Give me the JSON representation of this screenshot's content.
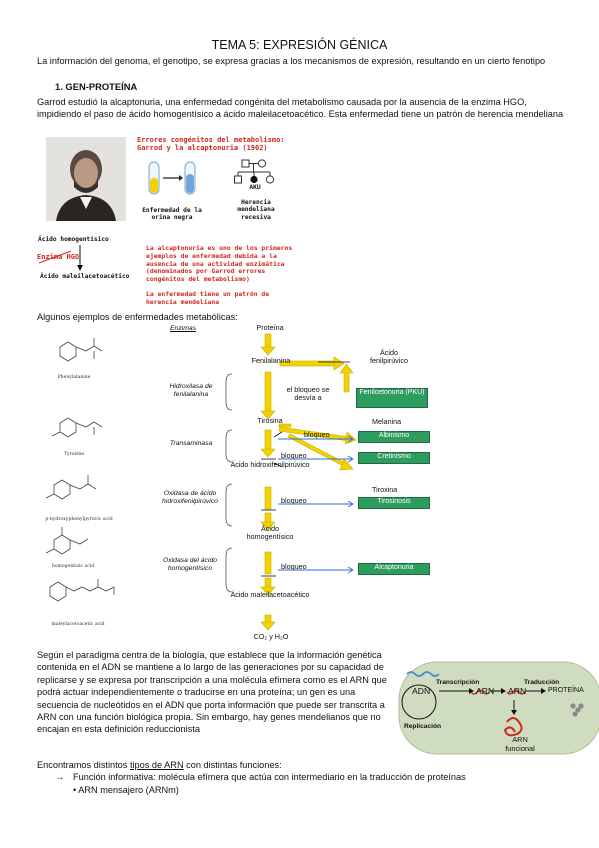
{
  "title": "TEMA 5: EXPRESIÓN GÉNICA",
  "intro": "La información del genoma, el genotipo, se expresa gracias a los mecanismos de expresión, resultando en un cierto fenotipo",
  "section1": {
    "heading": "1.   GEN-PROTEÍNA",
    "text": "Garrod estudió la alcaptonuria, una enfermedad congénita del metabolismo causada por la ausencia de la enzima HGO, impidiendo el paso de ácido homogentísico a ácido maleilacetoacético. Esta enfermedad tiene un patrón de herencia mendeliana"
  },
  "figure1": {
    "red_title_1": "Errores congénitos del metabolismo:",
    "red_title_2": "Garrod y la alcaptonuria (1902)",
    "tube_caption": "Enfermedad de la orina negra",
    "pedigree_caption": "Herencia mendeliana recesiva",
    "pedigree_label": "AKU",
    "pathway_top": "Ácido homogentísico",
    "pathway_enzyme": "Enzima HGO",
    "pathway_bottom": "Ácido maleilacetoacético",
    "red_text_1": "La alcaptonuria es uno de los primeros ejemplos de enfermedad debida a la ausencia de una actividad enzimática (denominados por Garrod errores congénitos del metabolismo)",
    "red_text_2": "La enfermedad tiene un patrón de herencia mendeliana"
  },
  "examples_label": "Algunos ejemplos de enfermedades metabólicas:",
  "figure2": {
    "enzymes_header": "Enzimas",
    "protein": "Proteína",
    "molecules": [
      "Fenilalanina",
      "Tirosina",
      "Ácido hidroxifenilpirúvico",
      "Ácido homogentísico",
      "Ácido maleilacetoacético",
      "CO₂ y H₂O"
    ],
    "enzymes": [
      "Hidroxilasa de fenilalanina",
      "Transaminasa",
      "Oxidasa de ácido hidroxifenilpirúvico",
      "Oxidasa del ácido homogentísico"
    ],
    "side_products": {
      "fenilpiruvico": "Ácido fenilpirúvico",
      "melanina": "Melanina",
      "tiroxina": "Tiroxina"
    },
    "block_label": "bloqueo",
    "detour_label": "el bloqueo se desvía a",
    "diseases": [
      "Fenilcetonuria (PKU)",
      "Albinismo",
      "Cretinismo",
      "Tirosinosis",
      "Alcaptonuria"
    ],
    "chem_names": [
      "Phenylalanine",
      "Tyrosine",
      "p-hydroxyphenylpyruvic acid",
      "homogentisic acid",
      "maleylacetoacetic acid"
    ]
  },
  "section2_text": "Según el paradigma centra de la biología, que establece que la información genética contenida en el ADN se mantiene a lo largo de las generaciones por su capacidad de replicarse y se expresa por transcripción a una molécula efímera como es el ARN que podrá actuar independientemente o traducirse en una proteína; un gen es una secuencia de nucleótidos en el ADN que porta información que puede ser transcrita a ARN con una función biológica propia. Sin embargo, hay genes mendelianos que no encajan en esta definición reduccionista",
  "arn_types": {
    "before": "Encontramos distintos ",
    "link": "tipos de ARN",
    "after": " con distintas funciones:"
  },
  "dogma": {
    "transcripcion": "Transcripción",
    "traduccion": "Traducción",
    "adn": "ADN",
    "arn1": "ARN",
    "arn2": "ARN",
    "proteina": "PROTEÍNA",
    "replicacion": "Replicación",
    "arn_funcional": "ARN funcional"
  },
  "bullets": [
    "Función informativa: molécula efímera que actúa con intermediario en la traducción de proteínas",
    "• ARN mensajero (ARNm)"
  ],
  "bullet_arrow": "→",
  "colors": {
    "red": "#d1261d",
    "green": "#2e9b5f",
    "yellow": "#f2d200",
    "cell_bg": "#cfdcc0"
  }
}
